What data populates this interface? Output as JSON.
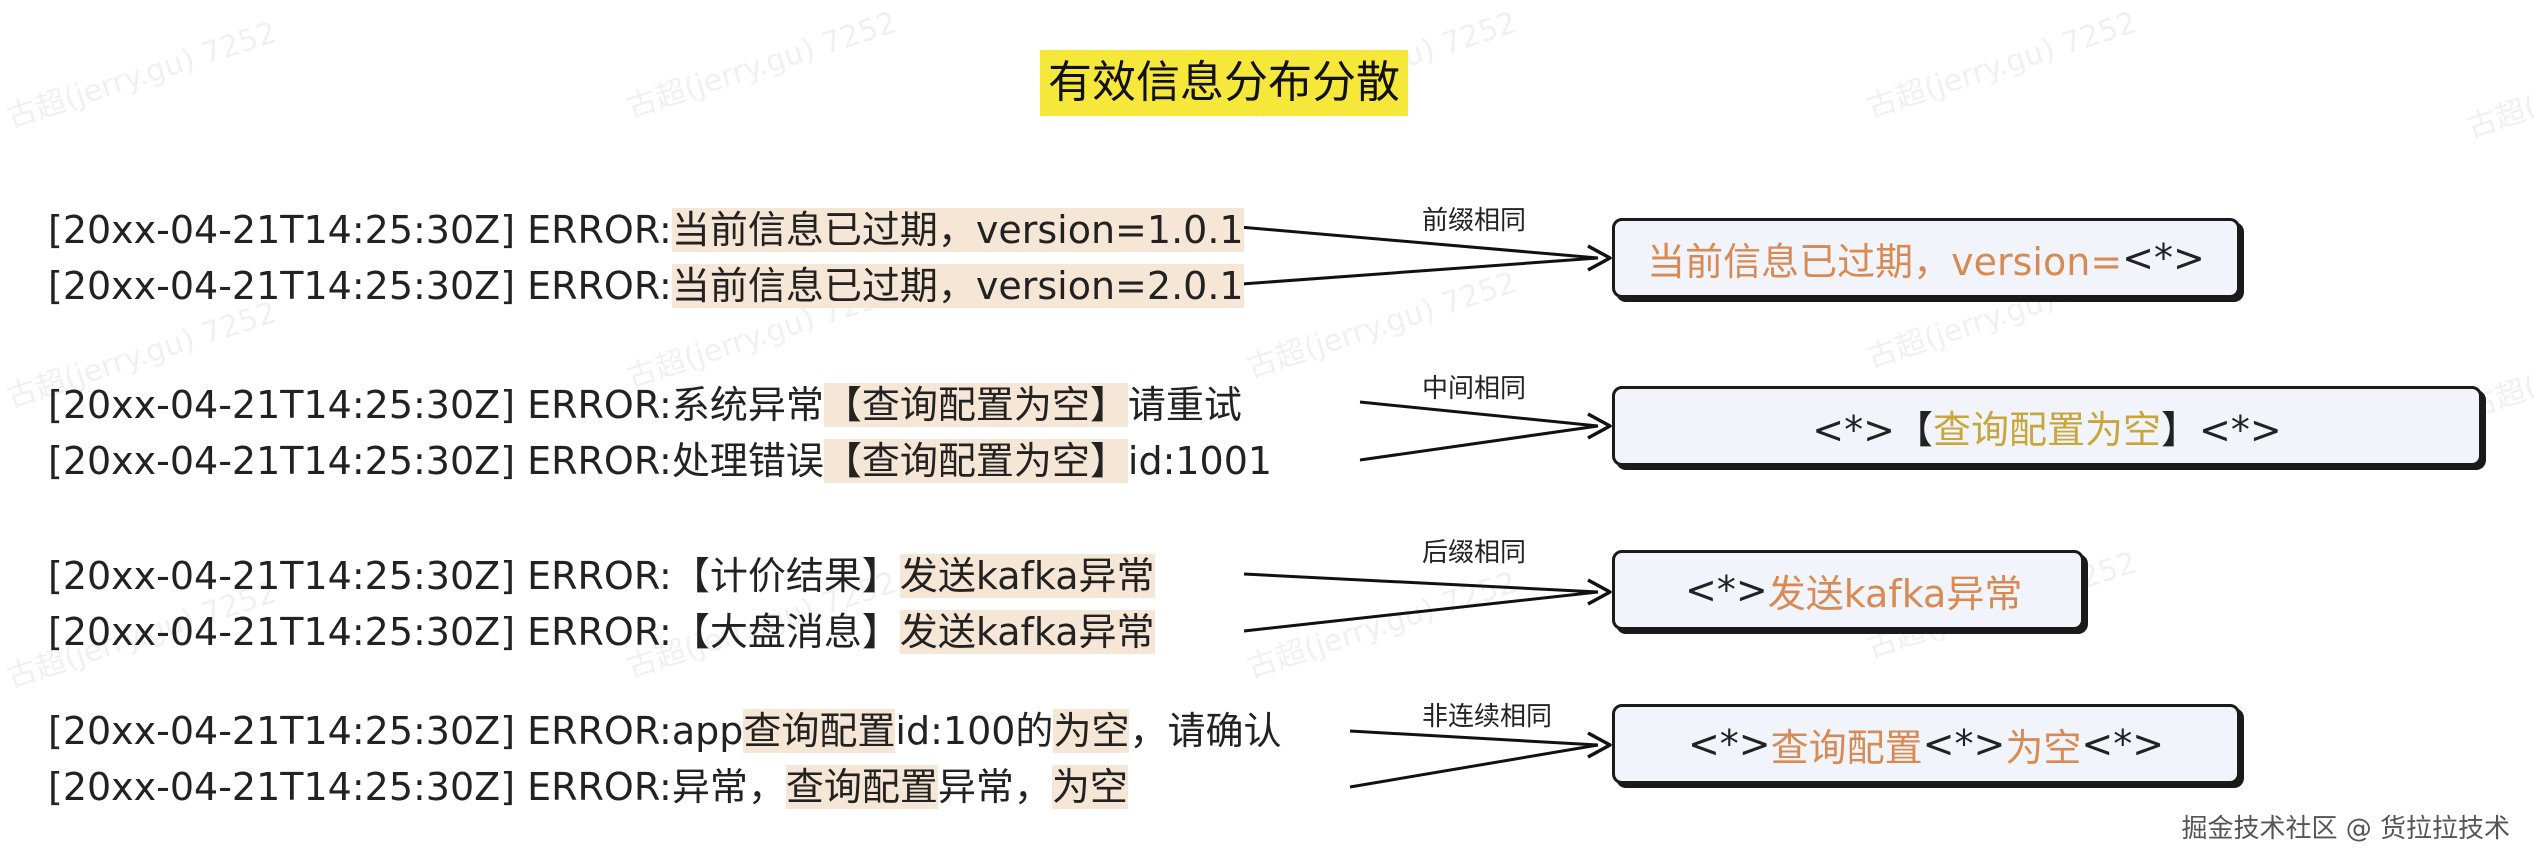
{
  "title": "有效信息分布分散",
  "watermark": "古超(jerry.gu) 7252",
  "groups": [
    {
      "label": "前缀相同",
      "lines": [
        [
          {
            "t": "[20xx-04-21T14:25:30Z] ERROR:"
          },
          {
            "t": "当前信息已过期，version=1.0.1",
            "hl": true
          }
        ],
        [
          {
            "t": "[20xx-04-21T14:25:30Z] ERROR:"
          },
          {
            "t": "当前信息已过期，version=2.0.1",
            "hl": true
          }
        ]
      ],
      "result": [
        {
          "t": "当前信息已过期，version=",
          "c": "orange"
        },
        {
          "t": "<*>"
        }
      ]
    },
    {
      "label": "中间相同",
      "lines": [
        [
          {
            "t": "[20xx-04-21T14:25:30Z] ERROR:系统异常"
          },
          {
            "t": "【查询配置为空】",
            "hl": true
          },
          {
            "t": "请重试"
          }
        ],
        [
          {
            "t": "[20xx-04-21T14:25:30Z] ERROR:处理错误"
          },
          {
            "t": "【查询配置为空】",
            "hl": true
          },
          {
            "t": "id:1001"
          }
        ]
      ],
      "result": [
        {
          "t": "<*>【"
        },
        {
          "t": "查询配置为空",
          "c": "gold"
        },
        {
          "t": "】<*>"
        }
      ]
    },
    {
      "label": "后缀相同",
      "lines": [
        [
          {
            "t": "[20xx-04-21T14:25:30Z] ERROR:【计价结果】"
          },
          {
            "t": "发送kafka异常",
            "hl": true
          }
        ],
        [
          {
            "t": "[20xx-04-21T14:25:30Z] ERROR:【大盘消息】"
          },
          {
            "t": "发送kafka异常",
            "hl": true
          }
        ]
      ],
      "result": [
        {
          "t": "<*>"
        },
        {
          "t": "发送kafka异常",
          "c": "orange"
        }
      ]
    },
    {
      "label": "非连续相同",
      "lines": [
        [
          {
            "t": "[20xx-04-21T14:25:30Z] ERROR:app"
          },
          {
            "t": "查询配置",
            "hl": true
          },
          {
            "t": "id:100的"
          },
          {
            "t": "为空",
            "hl": true
          },
          {
            "t": "，请确认"
          }
        ],
        [
          {
            "t": "[20xx-04-21T14:25:30Z] ERROR:异常，"
          },
          {
            "t": "查询配置",
            "hl": true
          },
          {
            "t": "异常，"
          },
          {
            "t": "为空",
            "hl": true
          }
        ]
      ],
      "result": [
        {
          "t": "<*>"
        },
        {
          "t": "查询配置",
          "c": "orange"
        },
        {
          "t": "<*>"
        },
        {
          "t": "为空",
          "c": "orange"
        },
        {
          "t": "<*>"
        }
      ]
    }
  ],
  "footer": "掘金技术社区 @ 货拉拉技术"
}
